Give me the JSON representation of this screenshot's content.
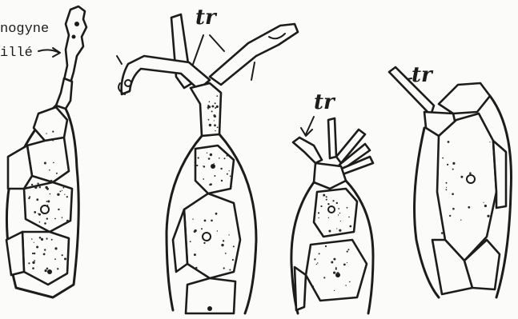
{
  "labels": {
    "left_line1": "nogyne",
    "left_line2": "illé",
    "tr_1": "tr",
    "tr_2": "tr",
    "tr_3": "tr"
  }
}
